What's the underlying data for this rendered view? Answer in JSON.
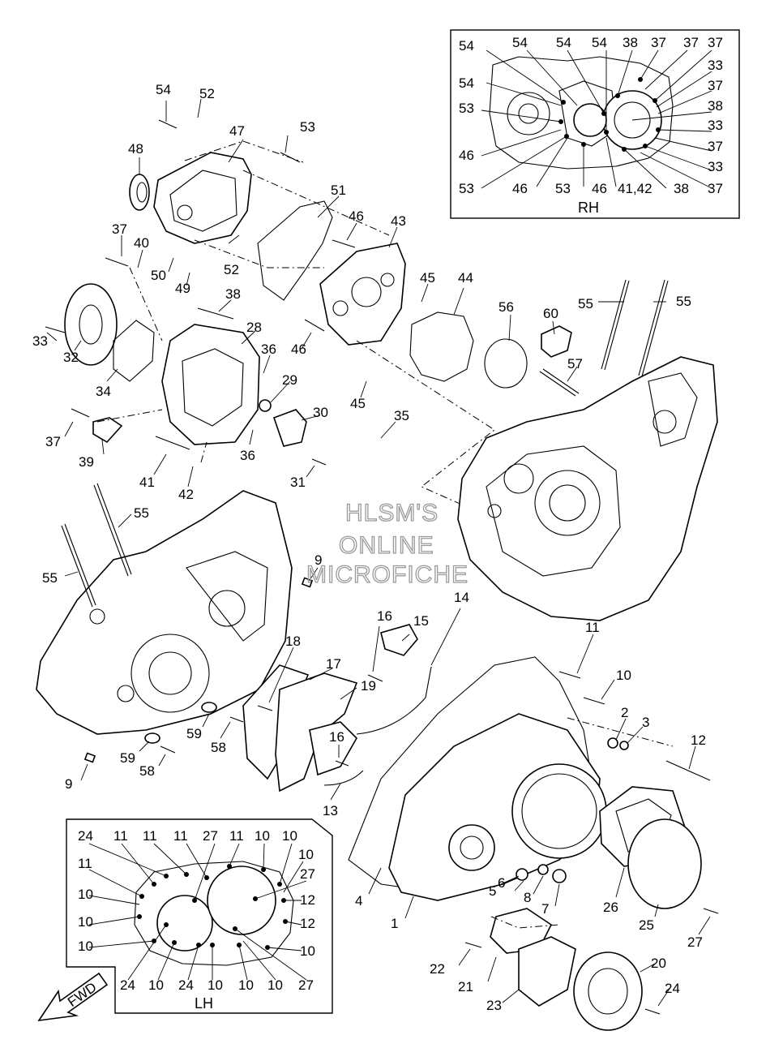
{
  "callouts": {
    "n1": "1",
    "n2": "2",
    "n3": "3",
    "n4": "4",
    "n5": "5",
    "n6": "6",
    "n7": "7",
    "n8": "8",
    "n9": "9",
    "n10": "10",
    "n11": "11",
    "n12": "12",
    "n13": "13",
    "n14": "14",
    "n15": "15",
    "n16": "16",
    "n17": "17",
    "n18": "18",
    "n19": "19",
    "n20": "20",
    "n21": "21",
    "n22": "22",
    "n23": "23",
    "n24": "24",
    "n25": "25",
    "n26": "26",
    "n27": "27",
    "n28": "28",
    "n29": "29",
    "n30": "30",
    "n31": "31",
    "n32": "32",
    "n33": "33",
    "n34": "34",
    "n35": "35",
    "n36": "36",
    "n37": "37",
    "n38": "38",
    "n39": "39",
    "n40": "40",
    "n41": "41",
    "n41_42": "41,42",
    "n42": "42",
    "n43": "43",
    "n44": "44",
    "n45": "45",
    "n46": "46",
    "n47": "47",
    "n48": "48",
    "n49": "49",
    "n50": "50",
    "n51": "51",
    "n52": "52",
    "n53": "53",
    "n54": "54",
    "n55": "55",
    "n56": "56",
    "n57": "57",
    "n58": "58",
    "n59": "59",
    "n60": "60"
  },
  "insets": {
    "rh_title": "RH",
    "lh_title": "LH"
  },
  "fwd_label": "FWD",
  "watermark": [
    "HLSM'S",
    "ONLINE",
    "MICROFICHE"
  ]
}
